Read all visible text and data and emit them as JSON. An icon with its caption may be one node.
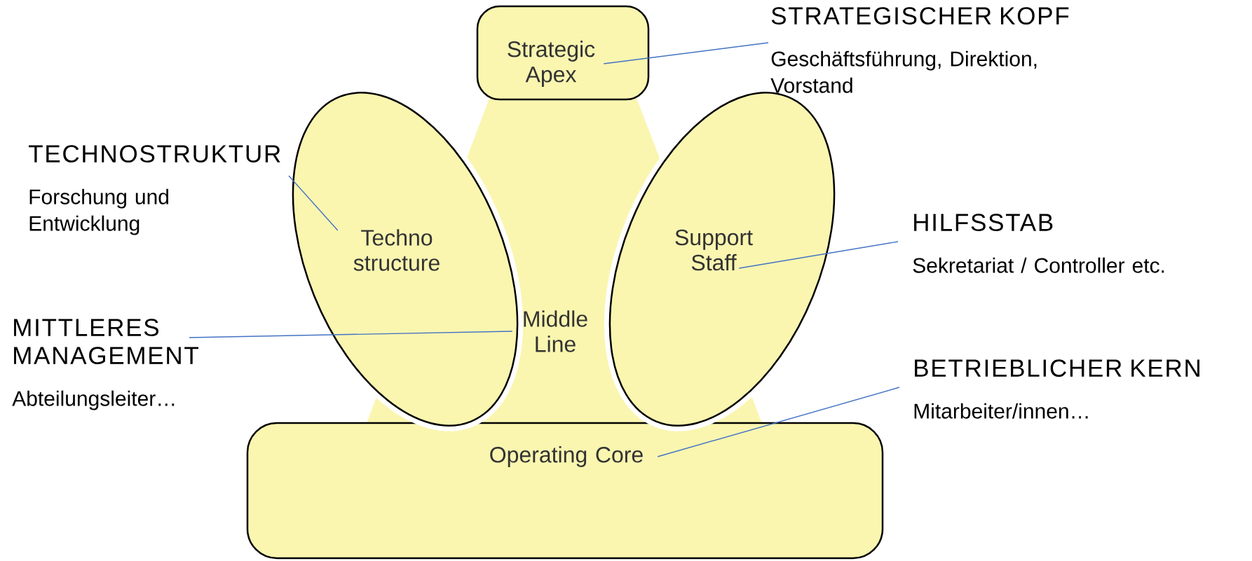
{
  "diagram": {
    "nodes": [
      {
        "text": [
          "Strategic Apex"
        ]
      },
      {
        "text": [
          "Techno structure"
        ]
      },
      {
        "text": [
          "Middle Line"
        ]
      },
      {
        "text": [
          "Support Staff"
        ]
      },
      {
        "text": [
          "Operating Core"
        ]
      },
      {
        "text": [
          "STRATEGISCHER KOPF",
          "Geschäftsführung, Direktion, Vorstand"
        ]
      },
      {
        "text": [
          "TECHNOSTRUKTUR",
          "Forschung und Entwicklung"
        ]
      },
      {
        "text": [
          "HILFSSTAB",
          "Sekretariat / Controller etc."
        ]
      },
      {
        "text": [
          "MITTLERES MANAGEMENT",
          "Abteilungsleiter…"
        ]
      },
      {
        "text": [
          "BETRIEBLICHER KERN",
          "Mitarbeiter/innen…"
        ]
      }
    ],
    "edges": [
      {
        "from": 5,
        "to": 0,
        "arrow": "none"
      },
      {
        "from": 6,
        "to": 1,
        "arrow": "none"
      },
      {
        "from": 7,
        "to": 3,
        "arrow": "none"
      },
      {
        "from": 8,
        "to": 2,
        "arrow": "none"
      },
      {
        "from": 9,
        "to": 4,
        "arrow": "none"
      }
    ]
  }
}
